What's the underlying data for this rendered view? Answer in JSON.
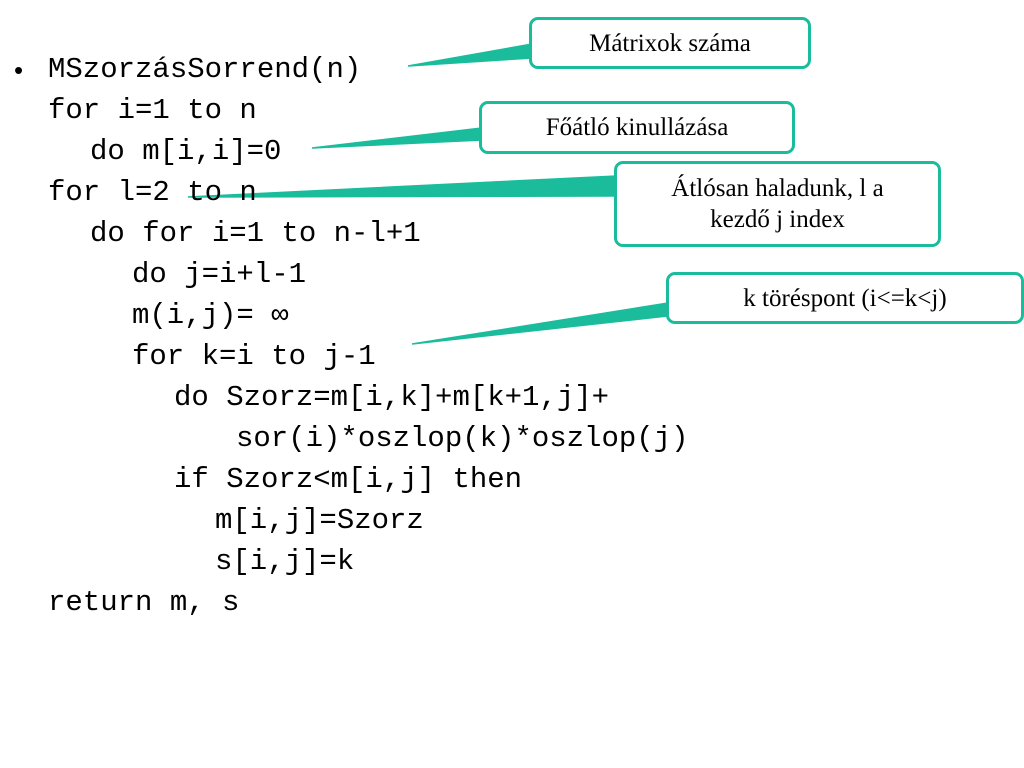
{
  "code": {
    "bullet": "•",
    "lines": [
      "MSzorzásSorrend(n)",
      "for i=1 to n",
      "do m[i,i]=0",
      "for l=2 to n",
      "do for i=1 to n-l+1",
      "do j=i+l-1",
      "m(i,j)= ∞",
      "for k=i to j-1",
      "do Szorz=m[i,k]+m[k+1,j]+",
      "sor(i)*oszlop(k)*oszlop(j)",
      "if Szorz<m[i,j] then",
      "m[i,j]=Szorz",
      "s[i,j]=k",
      "return m, s"
    ]
  },
  "callouts": {
    "matrix_count": "Mátrixok száma",
    "diagonal_zero": "Főátló kinullázása",
    "diagonal_walk_line1": "Átlósan haladunk, l a",
    "diagonal_walk_line2": "kezdő j index",
    "k_breakpoint": "k töréspont (i<=k<j)"
  },
  "colors": {
    "accent": "#1abc9c",
    "text": "#000000",
    "background": "#ffffff"
  }
}
